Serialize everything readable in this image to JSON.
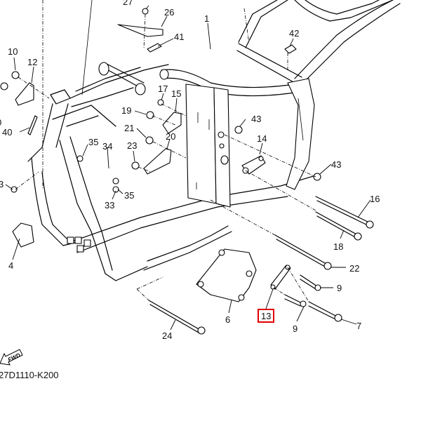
{
  "diagram": {
    "title": "Frame exploded parts view",
    "diagram_code": "27D1110-K200",
    "direction_indicator": "FWD",
    "highlight_color": "#e00000",
    "highlighted_part": "13",
    "callouts": {
      "p1": "1",
      "p4": "4",
      "p6": "6",
      "p7": "7",
      "p9a": "9",
      "p9b": "9",
      "p10": "10",
      "p12": "12",
      "p13": "13",
      "p14": "14",
      "p15": "15",
      "p16": "16",
      "p17": "17",
      "p18": "18",
      "p19": "19",
      "p20": "20",
      "p21": "21",
      "p22": "22",
      "p23": "23",
      "p24": "24",
      "p26": "26",
      "p27": "27",
      "p33a": "33",
      "p33b": "3",
      "p34": "34",
      "p35a": "35",
      "p35b": "35",
      "p40": "40",
      "p40b": "0",
      "p41": "41",
      "p42": "42",
      "p43a": "43",
      "p43b": "43"
    }
  }
}
